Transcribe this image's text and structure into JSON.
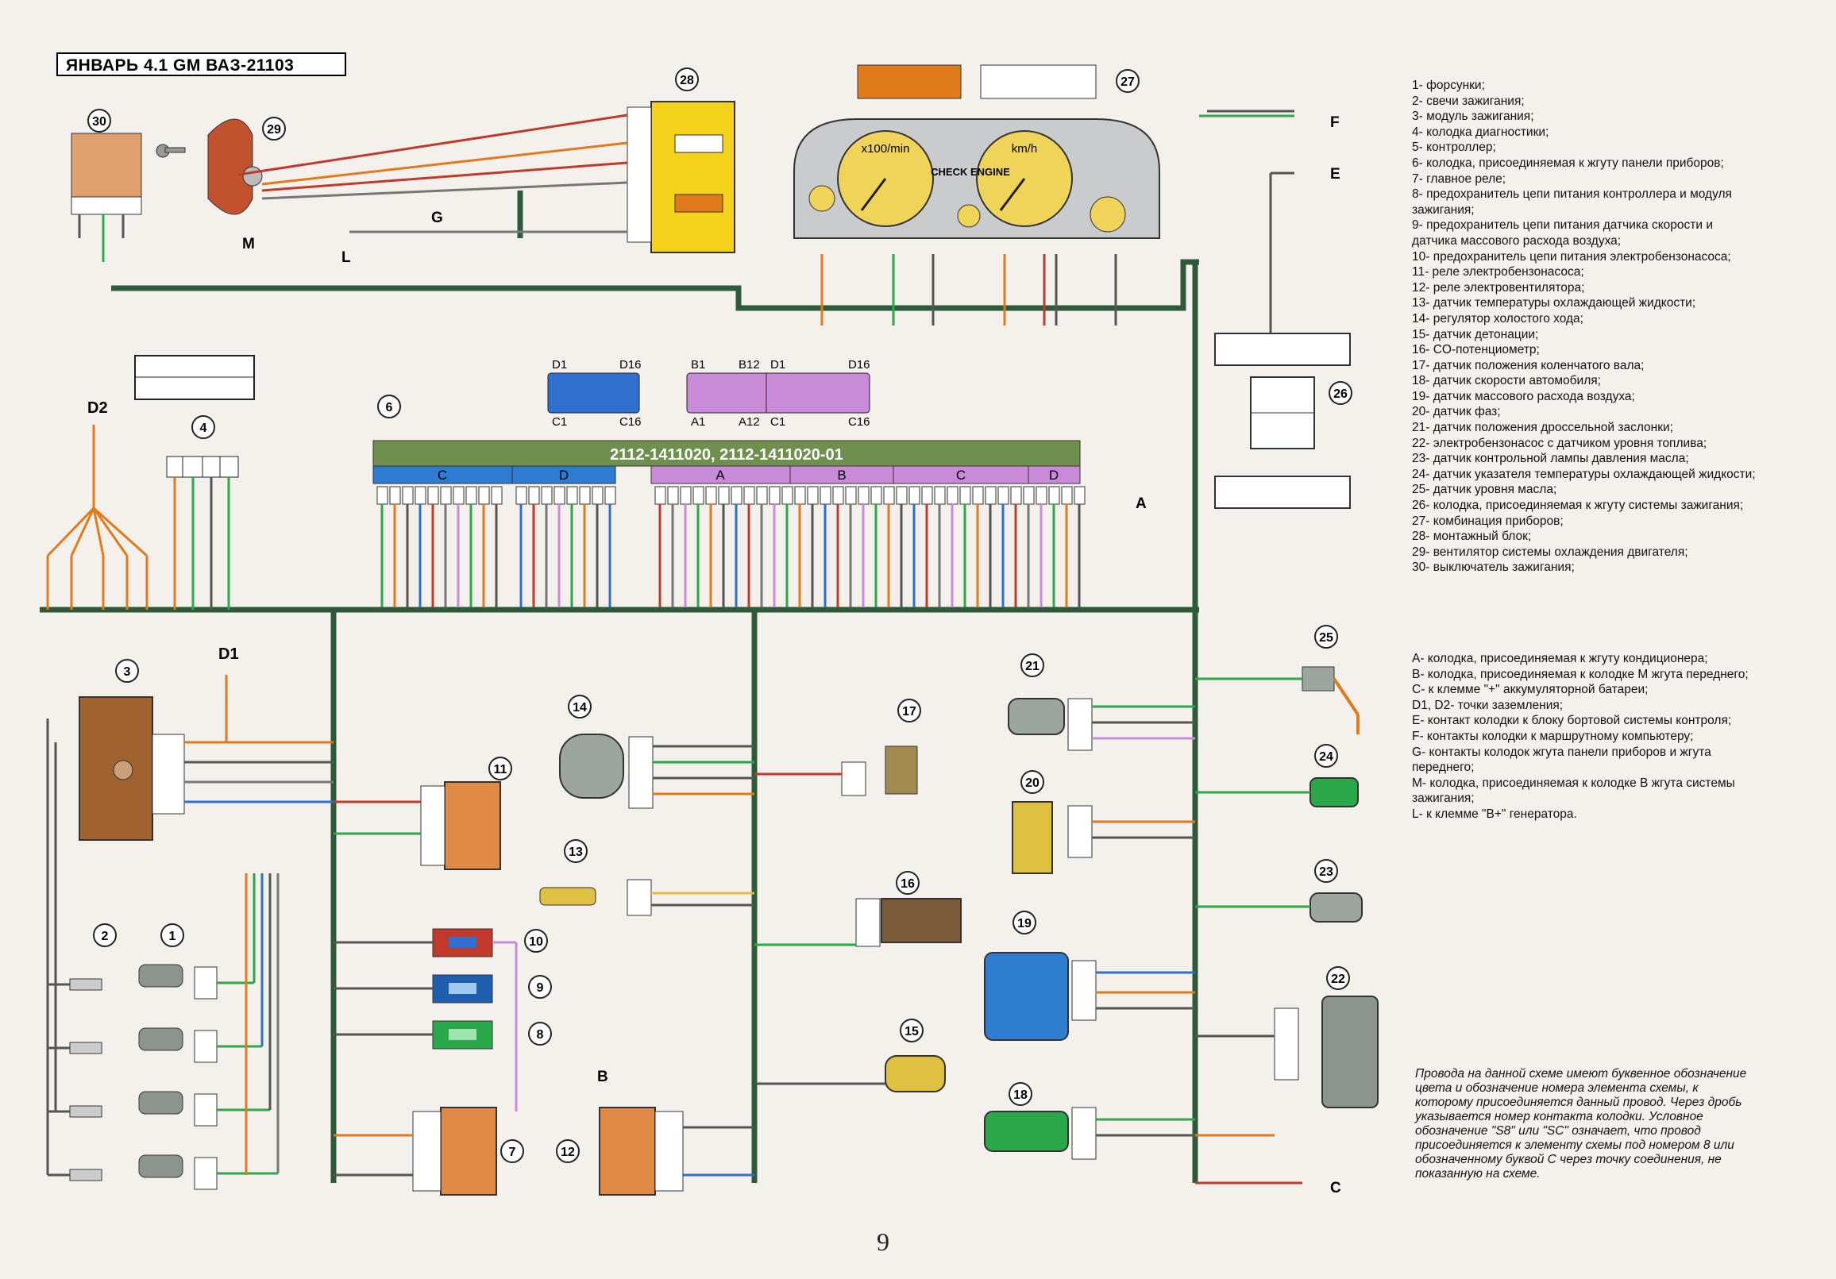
{
  "title": "ЯНВАРЬ 4.1  GM  ВАЗ-21103",
  "page_number": "9",
  "ecu_label": "2112-1411020, 2112-1411020-01",
  "ecu_group_labels": [
    "C",
    "D",
    "A",
    "B",
    "C",
    "D"
  ],
  "ecu_connectors": {
    "d1": "D1",
    "d16": "D16",
    "c1": "C1",
    "c16": "C16",
    "b1": "B1",
    "b12": "B12",
    "a1": "A1",
    "a12": "A12"
  },
  "cluster": {
    "tach": "x100/min",
    "speed": "km/h",
    "check_engine": "CHECK ENGINE"
  },
  "node_labels": {
    "d1": "D1",
    "d2": "D2",
    "g": "G",
    "m": "M",
    "l": "L",
    "f": "F",
    "e": "E",
    "c": "C",
    "a": "A",
    "b": "B"
  },
  "components": [
    {
      "num": "30"
    },
    {
      "num": "29"
    },
    {
      "num": "28"
    },
    {
      "num": "27"
    },
    {
      "num": "6"
    },
    {
      "num": "4"
    },
    {
      "num": "3"
    },
    {
      "num": "11"
    },
    {
      "num": "14"
    },
    {
      "num": "17"
    },
    {
      "num": "21"
    },
    {
      "num": "20"
    },
    {
      "num": "13"
    },
    {
      "num": "16"
    },
    {
      "num": "19"
    },
    {
      "num": "10"
    },
    {
      "num": "9"
    },
    {
      "num": "8"
    },
    {
      "num": "15"
    },
    {
      "num": "18"
    },
    {
      "num": "7"
    },
    {
      "num": "12"
    },
    {
      "num": "2"
    },
    {
      "num": "1"
    },
    {
      "num": "25"
    },
    {
      "num": "24"
    },
    {
      "num": "23"
    },
    {
      "num": "22"
    },
    {
      "num": "26"
    }
  ],
  "legend_items": [
    "1- форсунки;",
    "2- свечи зажигания;",
    "3- модуль зажигания;",
    "4- колодка диагностики;",
    "5- контроллер;",
    "6- колодка, присоединяемая к жгуту панели приборов;",
    "7- главное реле;",
    "8- предохранитель цепи питания контроллера и модуля зажигания;",
    "9- предохранитель цепи питания датчика скорости и датчика массового расхода воздуха;",
    "10- предохранитель цепи питания электробензонасоса;",
    "11- реле электробензонасоса;",
    "12- реле электровентилятора;",
    "13- датчик температуры охлаждающей жидкости;",
    "14- регулятор холостого хода;",
    "15- датчик детонации;",
    "16- CO-потенциометр;",
    "17- датчик положения коленчатого вала;",
    "18- датчик скорости автомобиля;",
    "19- датчик массового расхода воздуха;",
    "20- датчик фаз;",
    "21- датчик положения дроссельной заслонки;",
    "22- электробензонасос с датчиком уровня топлива;",
    "23- датчик контрольной лампы давления масла;",
    "24- датчик указателя температуры охлаждающей жидкости;",
    "25- датчик уровня масла;",
    "26- колодка, присоединяемая к жгуту системы зажигания;",
    "27- комбинация приборов;",
    "28- монтажный блок;",
    "29- вентилятор системы охлаждения двигателя;",
    "30- выключатель зажигания;"
  ],
  "legend_letters": [
    "А- колодка, присоединяемая к жгуту кондиционера;",
    "В- колодка, присоединяемая к колодке М жгута переднего;",
    "С- к клемме \"+\" аккумуляторной батареи;",
    "D1, D2- точки заземления;",
    "E- контакт колодки к блоку бортовой системы контроля;",
    "F- контакты колодки к маршрутному компьютеру;",
    "G- контакты колодок жгута панели приборов и жгута переднего;",
    "М- колодка, присоединяемая к колодке В жгута системы зажигания;",
    "L- к клемме \"В+\" генератора."
  ],
  "note": "Провода на данной схеме имеют буквенное обозначение цвета и обозначение номера элемента схемы, к которому присоединяется данный провод. Через дробь указывается номер контакта колодки. Условное обозначение \"S8\" или \"SC\" означает, что провод присоединяется к элементу схемы под номером 8 или обозначенному буквой С через точку соединения, не показанную на схеме."
}
